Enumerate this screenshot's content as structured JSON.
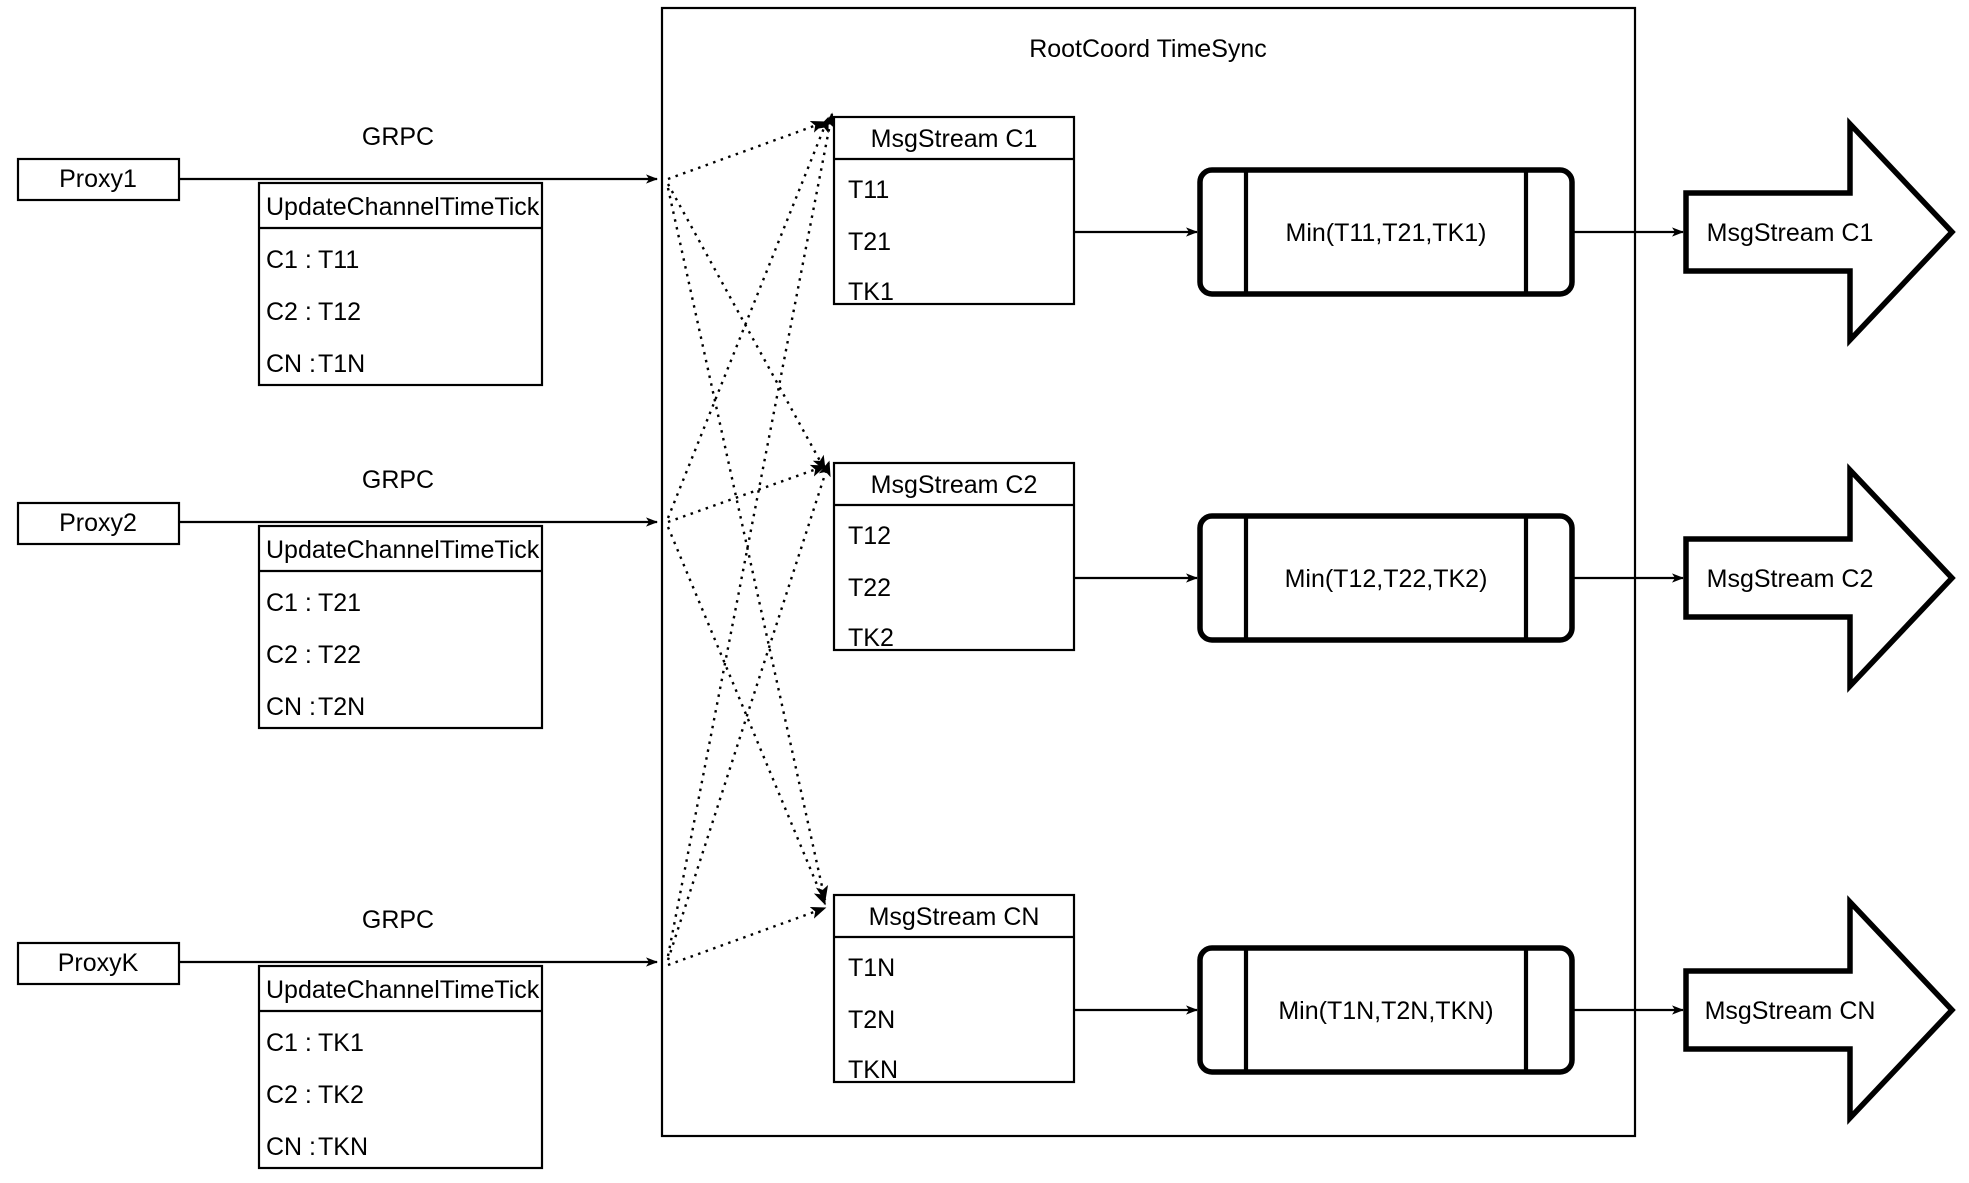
{
  "diagram": {
    "title": "RootCoord TimeSync",
    "container_label": "RootCoord TimeSync",
    "protocol_label": "GRPC",
    "rpc_method": "UpdateChannelTimeTick",
    "proxies": [
      {
        "name": "Proxy1",
        "protocol": "GRPC",
        "method": "UpdateChannelTimeTick",
        "ticks": [
          {
            "channel": "C1 :",
            "time": "T11"
          },
          {
            "channel": "C2 :",
            "time": "T12"
          },
          {
            "channel": "CN :",
            "time": "T1N"
          }
        ]
      },
      {
        "name": "Proxy2",
        "protocol": "GRPC",
        "method": "UpdateChannelTimeTick",
        "ticks": [
          {
            "channel": "C1 :",
            "time": "T21"
          },
          {
            "channel": "C2 :",
            "time": "T22"
          },
          {
            "channel": "CN :",
            "time": "T2N"
          }
        ]
      },
      {
        "name": "ProxyK",
        "protocol": "GRPC",
        "method": "UpdateChannelTimeTick",
        "ticks": [
          {
            "channel": "C1 :",
            "time": "TK1"
          },
          {
            "channel": "C2 :",
            "time": "TK2"
          },
          {
            "channel": "CN :",
            "time": "TKN"
          }
        ]
      }
    ],
    "msgstreams": [
      {
        "header": "MsgStream C1",
        "rows": [
          "T11",
          "T21",
          "TK1"
        ]
      },
      {
        "header": "MsgStream C2",
        "rows": [
          "T12",
          "T22",
          "TK2"
        ]
      },
      {
        "header": "MsgStream CN",
        "rows": [
          "T1N",
          "T2N",
          "TKN"
        ]
      }
    ],
    "minimums": [
      {
        "label": "Min(T11,T21,TK1)"
      },
      {
        "label": "Min(T12,T22,TK2)"
      },
      {
        "label": "Min(T1N,T2N,TKN)"
      }
    ],
    "outputs": [
      {
        "label": "MsgStream C1"
      },
      {
        "label": "MsgStream C2"
      },
      {
        "label": "MsgStream CN"
      }
    ],
    "colors": {
      "stroke": "#000000",
      "fill": "#ffffff",
      "background": "#ffffff"
    }
  }
}
